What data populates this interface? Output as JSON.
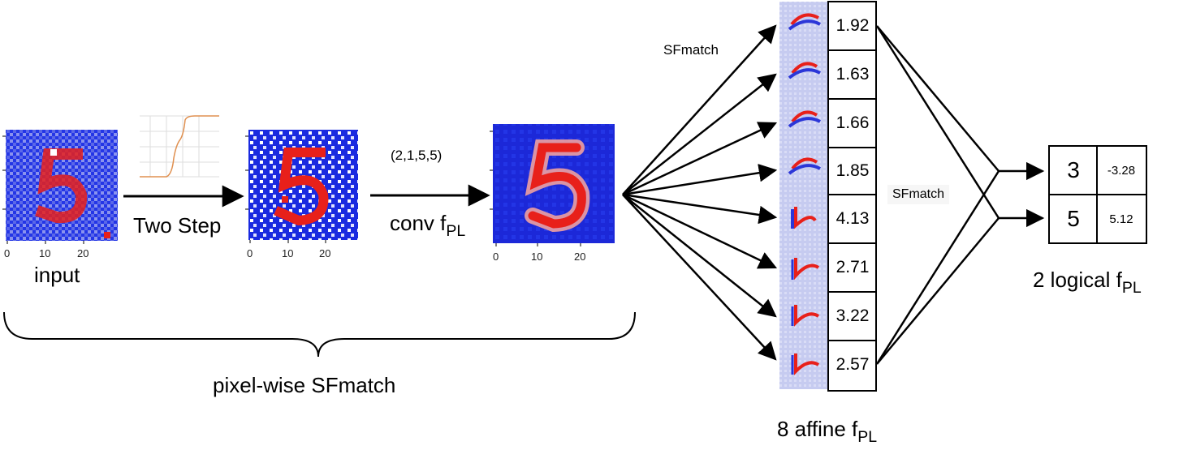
{
  "input": {
    "label": "input",
    "axis_ticks": [
      "0",
      "10",
      "20"
    ]
  },
  "two_step": {
    "label": "Two Step"
  },
  "binarized": {
    "axis_ticks": [
      "0",
      "10",
      "20"
    ]
  },
  "conv": {
    "shape": "(2,1,5,5)",
    "label_main": "conv f",
    "label_sub": "PL"
  },
  "conv_output": {
    "axis_ticks": [
      "0",
      "10",
      "20"
    ]
  },
  "pixelwise": {
    "label": "pixel-wise SFmatch"
  },
  "sfmatch_top": {
    "label": "SFmatch"
  },
  "sfmatch_mid": {
    "label": "SFmatch"
  },
  "affine": {
    "label_main": "8 affine f",
    "label_sub": "PL",
    "scores": [
      "1.92",
      "1.63",
      "1.66",
      "1.85",
      "4.13",
      "2.71",
      "3.22",
      "2.57"
    ]
  },
  "logical": {
    "label_main": "2 logical f",
    "label_sub": "PL",
    "rows": [
      {
        "digit": "3",
        "score": "-3.28"
      },
      {
        "digit": "5",
        "score": "5.12"
      }
    ]
  },
  "colors": {
    "heat_blue": "#1f2fe0",
    "heat_red": "#e8201a",
    "light_blue": "#c8cdf2",
    "curve": "#e09050"
  }
}
